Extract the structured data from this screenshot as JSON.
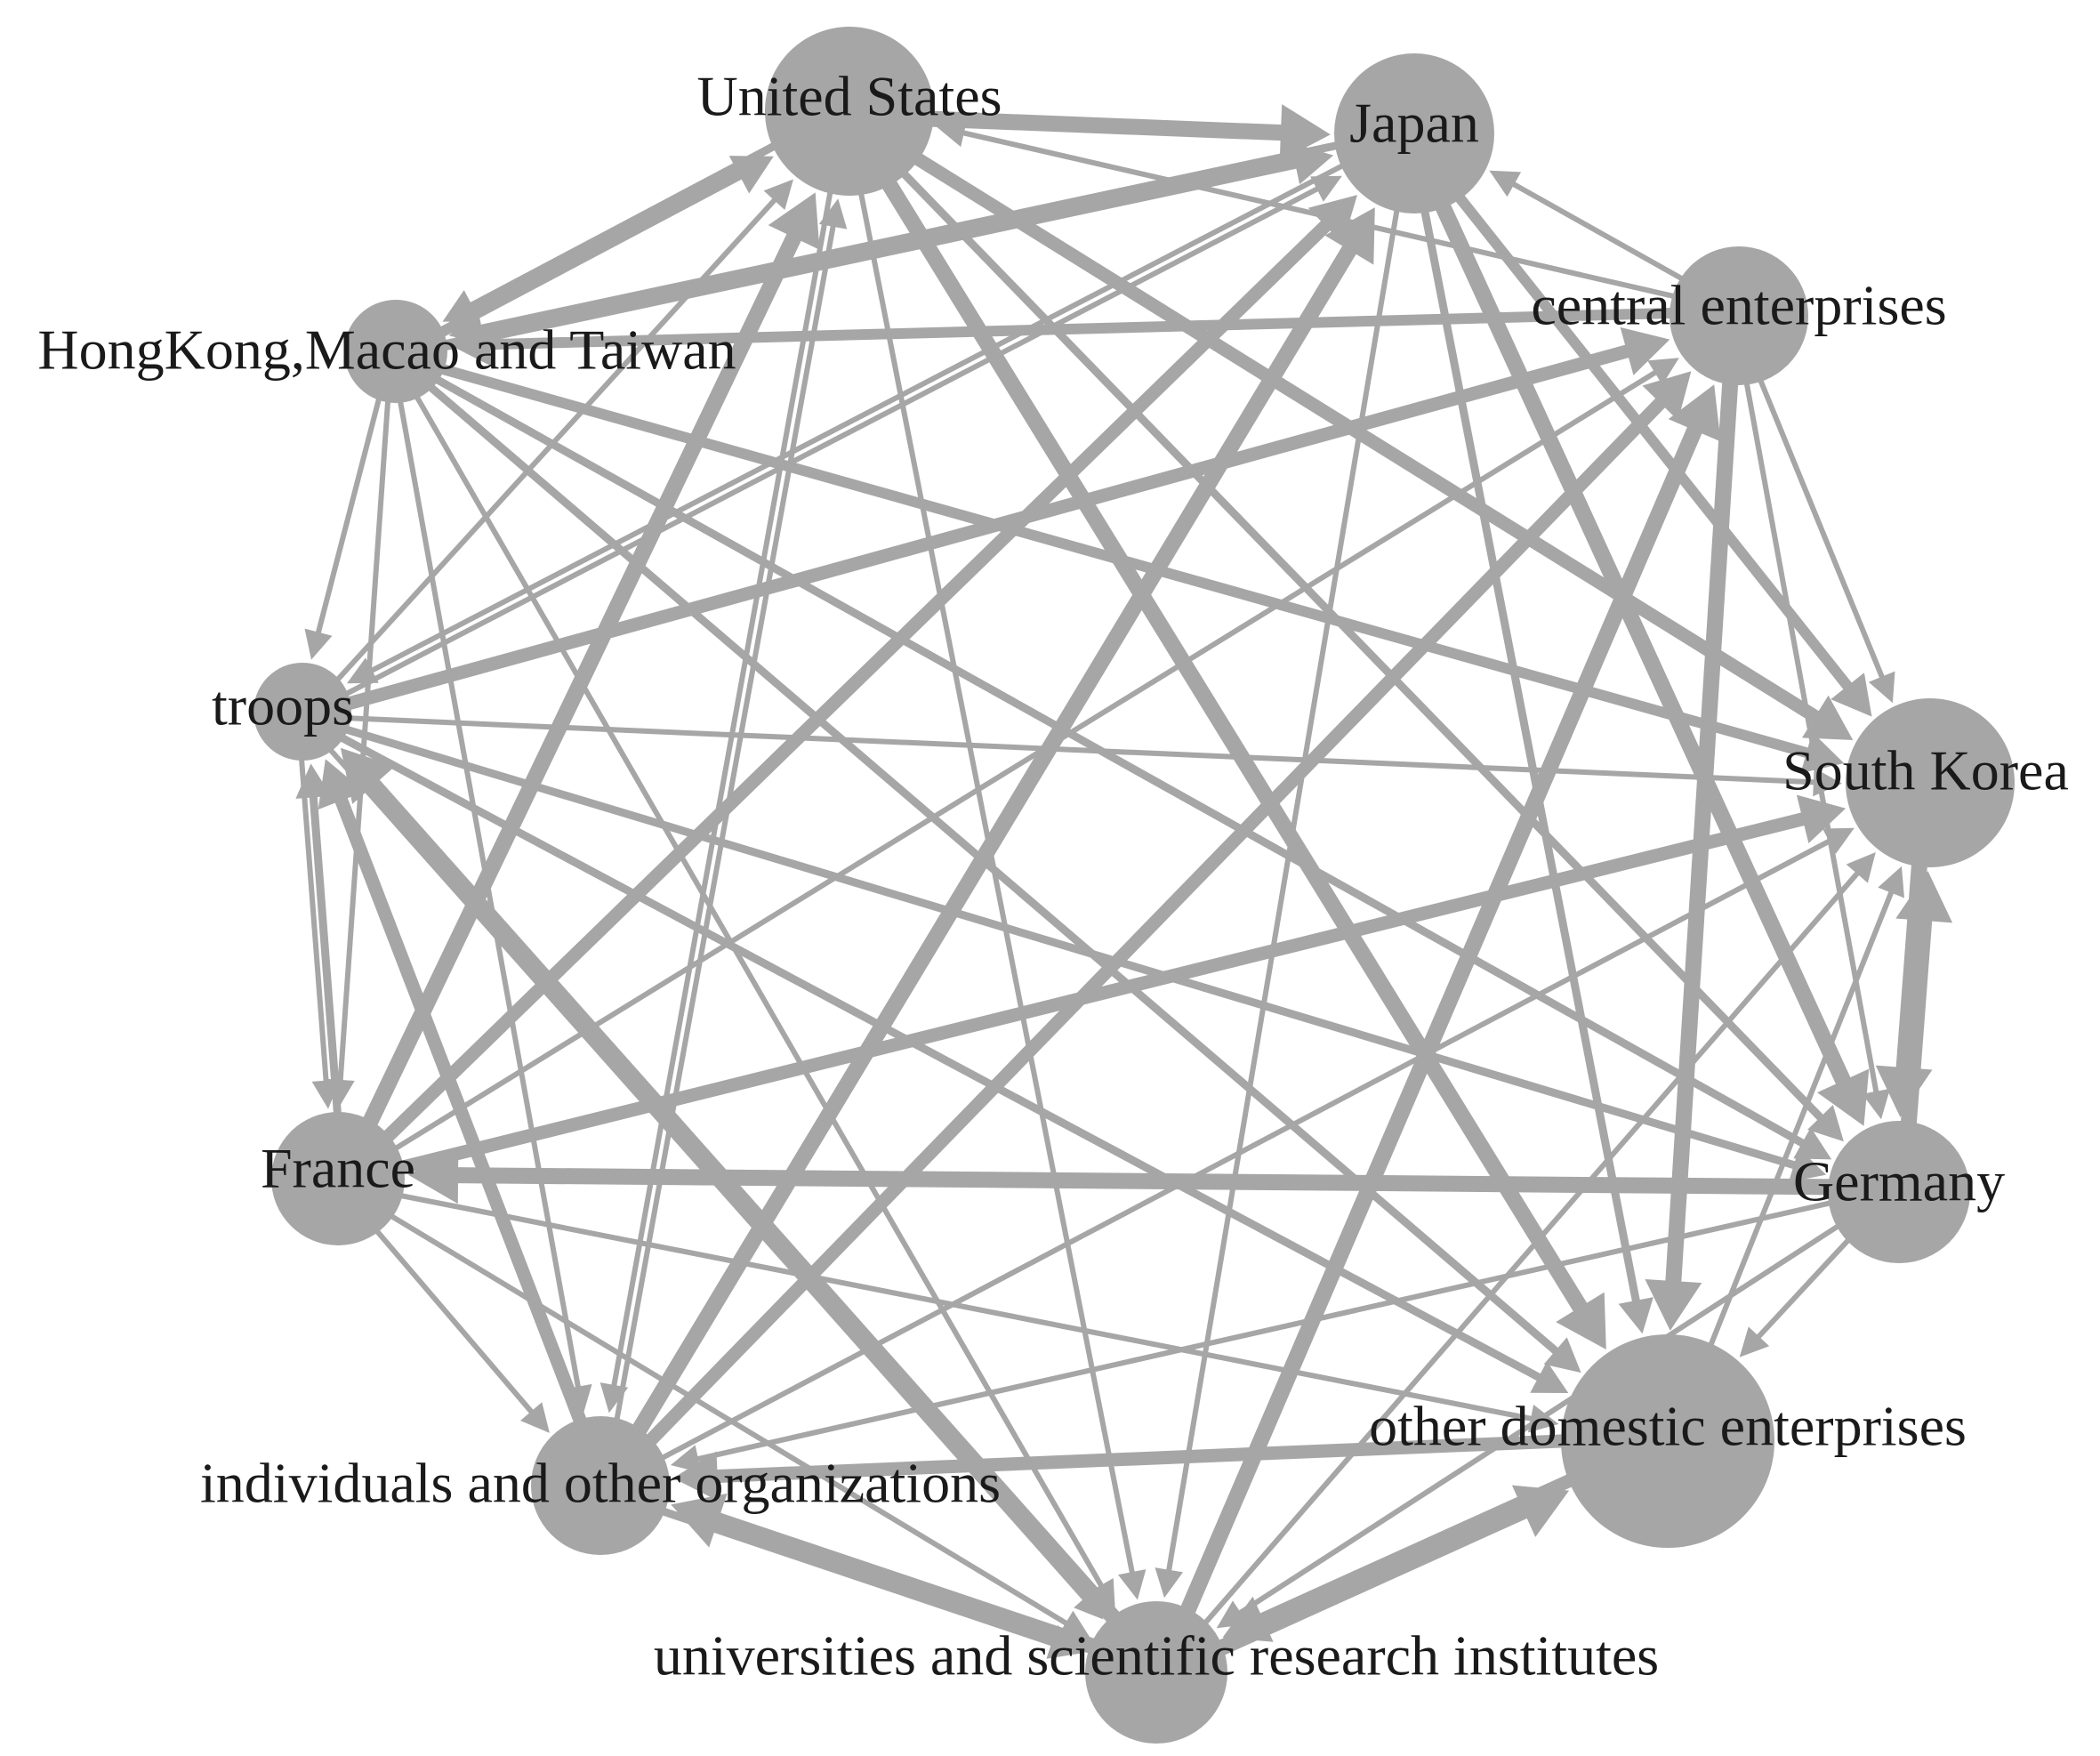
{
  "colors": {
    "edge": "#a6a6a6",
    "node": "#a6a6a6",
    "label": "#1a1a1a",
    "background": "#ffffff"
  },
  "nodes": [
    {
      "id": "us",
      "label": "United States"
    },
    {
      "id": "jp",
      "label": "Japan"
    },
    {
      "id": "ce",
      "label": "central enterprises"
    },
    {
      "id": "hk",
      "label": "HongKong,Macao and Taiwan"
    },
    {
      "id": "tr",
      "label": "troops"
    },
    {
      "id": "kr",
      "label": "South Korea"
    },
    {
      "id": "fr",
      "label": "France"
    },
    {
      "id": "de",
      "label": "Germany"
    },
    {
      "id": "ode",
      "label": "other domestic enterprises"
    },
    {
      "id": "ind",
      "label": "individuals and other organizations"
    },
    {
      "id": "uni",
      "label": "universities and scientific research institutes"
    }
  ],
  "edges": [
    {
      "from": "us",
      "to": "jp",
      "weight": 5
    },
    {
      "from": "hk",
      "to": "us",
      "weight": 3
    },
    {
      "from": "us",
      "to": "hk",
      "weight": 2
    },
    {
      "from": "hk",
      "to": "jp",
      "weight": 3
    },
    {
      "from": "jp",
      "to": "hk",
      "weight": 2
    },
    {
      "from": "ce",
      "to": "hk",
      "weight": 3
    },
    {
      "from": "ce",
      "to": "us",
      "weight": 1
    },
    {
      "from": "ce",
      "to": "jp",
      "weight": 1
    },
    {
      "from": "tr",
      "to": "ce",
      "weight": 4
    },
    {
      "from": "tr",
      "to": "us",
      "weight": 1
    },
    {
      "from": "tr",
      "to": "jp",
      "weight": 1
    },
    {
      "from": "hk",
      "to": "tr",
      "weight": 1
    },
    {
      "from": "hk",
      "to": "kr",
      "weight": 3
    },
    {
      "from": "hk",
      "to": "de",
      "weight": 2
    },
    {
      "from": "hk",
      "to": "ode",
      "weight": 2
    },
    {
      "from": "hk",
      "to": "fr",
      "weight": 1
    },
    {
      "from": "hk",
      "to": "ind",
      "weight": 1
    },
    {
      "from": "hk",
      "to": "uni",
      "weight": 1
    },
    {
      "from": "us",
      "to": "kr",
      "weight": 4
    },
    {
      "from": "us",
      "to": "ode",
      "weight": 5
    },
    {
      "from": "us",
      "to": "de",
      "weight": 2
    },
    {
      "from": "us",
      "to": "ind",
      "weight": 1
    },
    {
      "from": "us",
      "to": "uni",
      "weight": 1
    },
    {
      "from": "fr",
      "to": "us",
      "weight": 5
    },
    {
      "from": "ind",
      "to": "us",
      "weight": 1
    },
    {
      "from": "jp",
      "to": "de",
      "weight": 5
    },
    {
      "from": "jp",
      "to": "kr",
      "weight": 3
    },
    {
      "from": "jp",
      "to": "ode",
      "weight": 2
    },
    {
      "from": "jp",
      "to": "uni",
      "weight": 1
    },
    {
      "from": "jp",
      "to": "tr",
      "weight": 1
    },
    {
      "from": "fr",
      "to": "jp",
      "weight": 4
    },
    {
      "from": "ind",
      "to": "jp",
      "weight": 5
    },
    {
      "from": "ce",
      "to": "kr",
      "weight": 1
    },
    {
      "from": "ce",
      "to": "de",
      "weight": 1
    },
    {
      "from": "ce",
      "to": "ode",
      "weight": 5
    },
    {
      "from": "uni",
      "to": "ce",
      "weight": 5
    },
    {
      "from": "ind",
      "to": "ce",
      "weight": 4
    },
    {
      "from": "fr",
      "to": "ce",
      "weight": 1
    },
    {
      "from": "tr",
      "to": "kr",
      "weight": 1
    },
    {
      "from": "tr",
      "to": "de",
      "weight": 2
    },
    {
      "from": "tr",
      "to": "ode",
      "weight": 2
    },
    {
      "from": "tr",
      "to": "uni",
      "weight": 1
    },
    {
      "from": "tr",
      "to": "fr",
      "weight": 1
    },
    {
      "from": "fr",
      "to": "tr",
      "weight": 2
    },
    {
      "from": "uni",
      "to": "tr",
      "weight": 5
    },
    {
      "from": "ind",
      "to": "tr",
      "weight": 4
    },
    {
      "from": "kr",
      "to": "de",
      "weight": 5
    },
    {
      "from": "de",
      "to": "kr",
      "weight": 5
    },
    {
      "from": "fr",
      "to": "kr",
      "weight": 4
    },
    {
      "from": "ind",
      "to": "kr",
      "weight": 1
    },
    {
      "from": "uni",
      "to": "kr",
      "weight": 1
    },
    {
      "from": "ode",
      "to": "kr",
      "weight": 1
    },
    {
      "from": "de",
      "to": "fr",
      "weight": 5
    },
    {
      "from": "de",
      "to": "ode",
      "weight": 1
    },
    {
      "from": "de",
      "to": "uni",
      "weight": 1
    },
    {
      "from": "de",
      "to": "ind",
      "weight": 1
    },
    {
      "from": "fr",
      "to": "ode",
      "weight": 1
    },
    {
      "from": "fr",
      "to": "uni",
      "weight": 1
    },
    {
      "from": "fr",
      "to": "ind",
      "weight": 1
    },
    {
      "from": "ode",
      "to": "ind",
      "weight": 4
    },
    {
      "from": "uni",
      "to": "ode",
      "weight": 5
    },
    {
      "from": "ode",
      "to": "uni",
      "weight": 4
    },
    {
      "from": "uni",
      "to": "ind",
      "weight": 5
    },
    {
      "from": "ind",
      "to": "uni",
      "weight": 2
    }
  ]
}
